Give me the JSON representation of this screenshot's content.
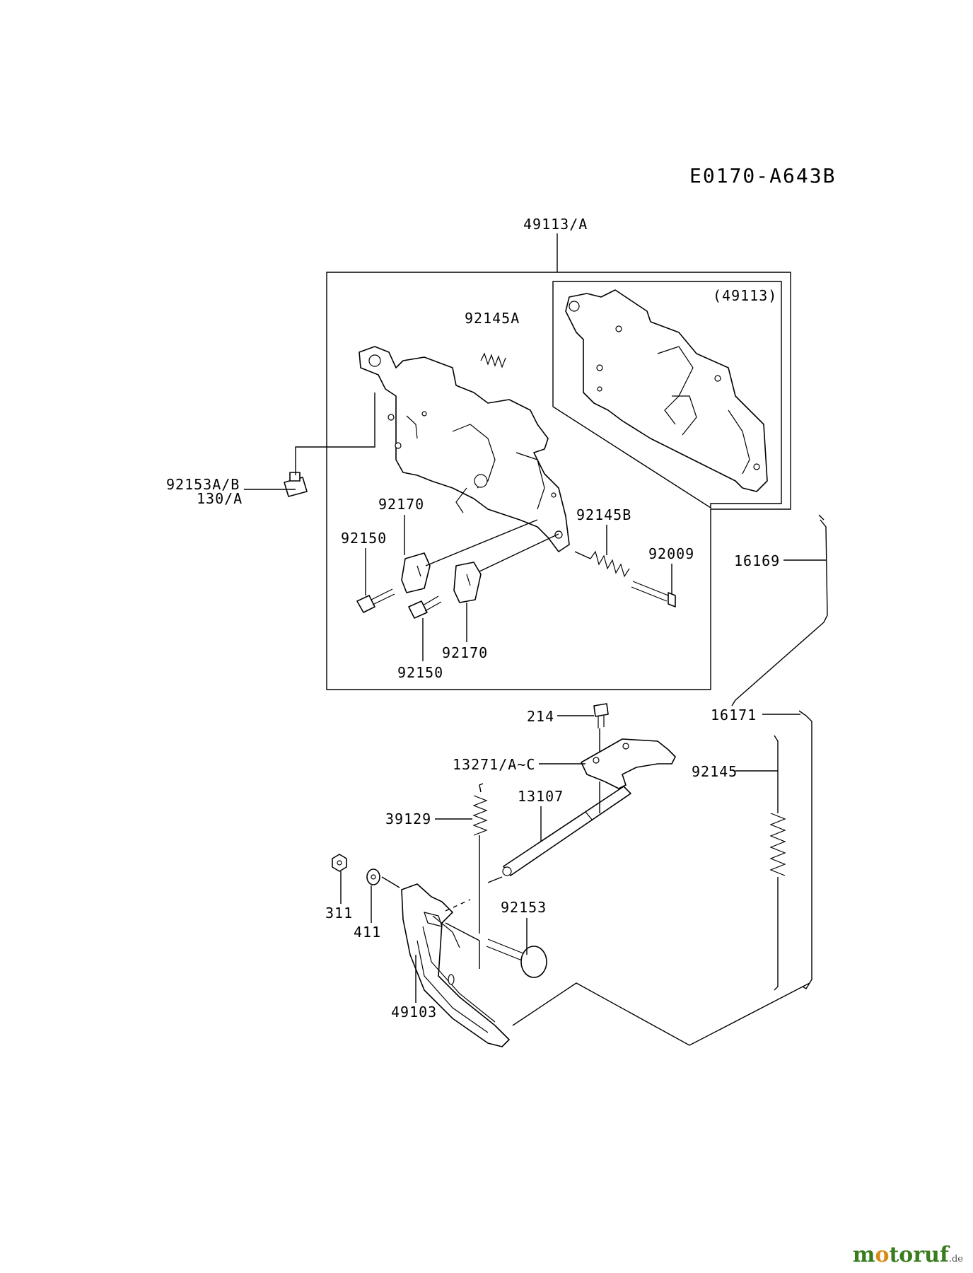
{
  "diagram": {
    "code": "E0170-A643B",
    "labels": {
      "p49113A": "49113/A",
      "p49113": "(49113)",
      "p92145A": "92145A",
      "p92153AB": "92153A/B",
      "p130A": "130/A",
      "p92170a": "92170",
      "p92145B": "92145B",
      "p92150a": "92150",
      "p92009": "92009",
      "p16169": "16169",
      "p92150b": "92150",
      "p92170b": "92170",
      "p214": "214",
      "p16171": "16171",
      "p13271": "13271/A~C",
      "p92145": "92145",
      "p39129": "39129",
      "p13107": "13107",
      "p311": "311",
      "p411": "411",
      "p92153": "92153",
      "p49103": "49103"
    }
  },
  "watermark": {
    "text_a": "m",
    "text_o": "o",
    "text_b": "toruf",
    "suffix": ".de"
  }
}
